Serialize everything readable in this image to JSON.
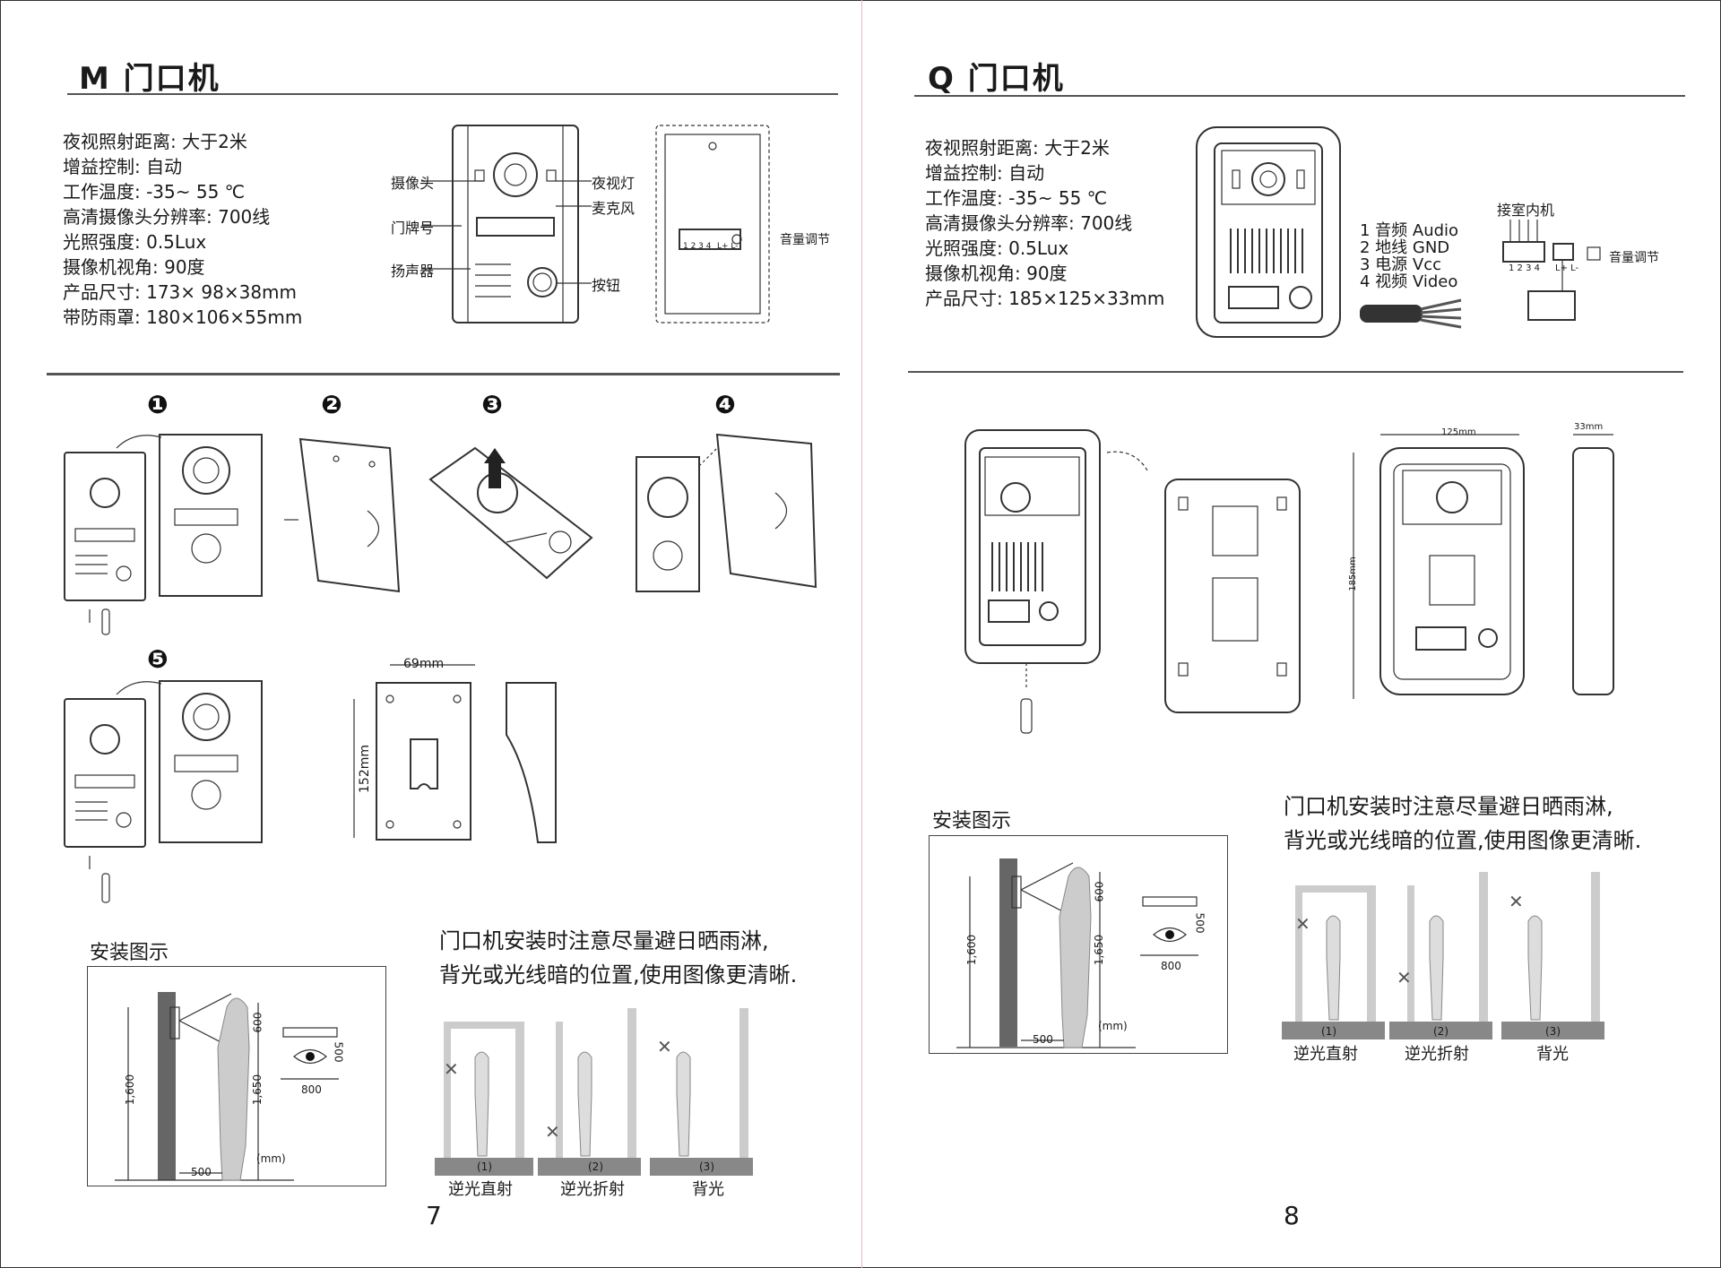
{
  "left": {
    "title": "M 门口机",
    "specs": [
      "夜视照射距离: 大于2米",
      "增益控制: 自动",
      "工作温度: -35~ 55 ℃",
      "高清摄像头分辨率: 700线",
      "光照强度: 0.5Lux",
      "摄像机视角: 90度",
      "产品尺寸: 173× 98×38mm",
      "带防雨罩: 180×106×55mm"
    ],
    "callouts": {
      "camera": "摄像头",
      "door_number": "门牌号",
      "speaker": "扬声器",
      "night_light": "夜视灯",
      "microphone": "麦克风",
      "button": "按钮",
      "volume": "音量调节",
      "terminal_numbers": "1 2 3 4",
      "terminal_lr": "L+ L-"
    },
    "steps": [
      "❶",
      "❷",
      "❸",
      "❹",
      "❺"
    ],
    "dims": {
      "width": "69mm",
      "height": "152mm"
    },
    "install_label": "安装图示",
    "diagram": {
      "h1600": "1,600",
      "h1650": "1,650",
      "d600": "600",
      "d500": "500",
      "d500b": "500",
      "d800": "800",
      "unit": "(mm)"
    },
    "note_line1": "门口机安装时注意尽量避日晒雨淋,",
    "note_line2": "背光或光线暗的位置,使用图像更清晰.",
    "panels": [
      {
        "num": "(1)",
        "label": "逆光直射"
      },
      {
        "num": "(2)",
        "label": "逆光折射"
      },
      {
        "num": "(3)",
        "label": "背光"
      }
    ],
    "page_number": "7"
  },
  "right": {
    "title": "Q 门口机",
    "specs": [
      "夜视照射距离: 大于2米",
      "增益控制: 自动",
      "工作温度: -35~ 55 ℃",
      "高清摄像头分辨率: 700线",
      "光照强度: 0.5Lux",
      "摄像机视角: 90度",
      "产品尺寸: 185×125×33mm"
    ],
    "wiring": [
      "1  音频 Audio",
      "2  地线 GND",
      "3  电源 Vcc",
      "4  视频 Video"
    ],
    "indoor_label": "接室内机",
    "volume": "音量调节",
    "terminal_numbers": "1 2 3 4",
    "terminal_lr": "L+ L-",
    "dims": {
      "width": "125mm",
      "depth": "33mm",
      "height": "185mm"
    },
    "install_label": "安装图示",
    "diagram": {
      "h1600": "1,600",
      "h1650": "1,650",
      "d600": "600",
      "d500": "500",
      "d500b": "500",
      "d800": "800",
      "unit": "(mm)"
    },
    "note_line1": "门口机安装时注意尽量避日晒雨淋,",
    "note_line2": "背光或光线暗的位置,使用图像更清晰.",
    "panels": [
      {
        "num": "(1)",
        "label": "逆光直射"
      },
      {
        "num": "(2)",
        "label": "逆光折射"
      },
      {
        "num": "(3)",
        "label": "背光"
      }
    ],
    "page_number": "8"
  }
}
